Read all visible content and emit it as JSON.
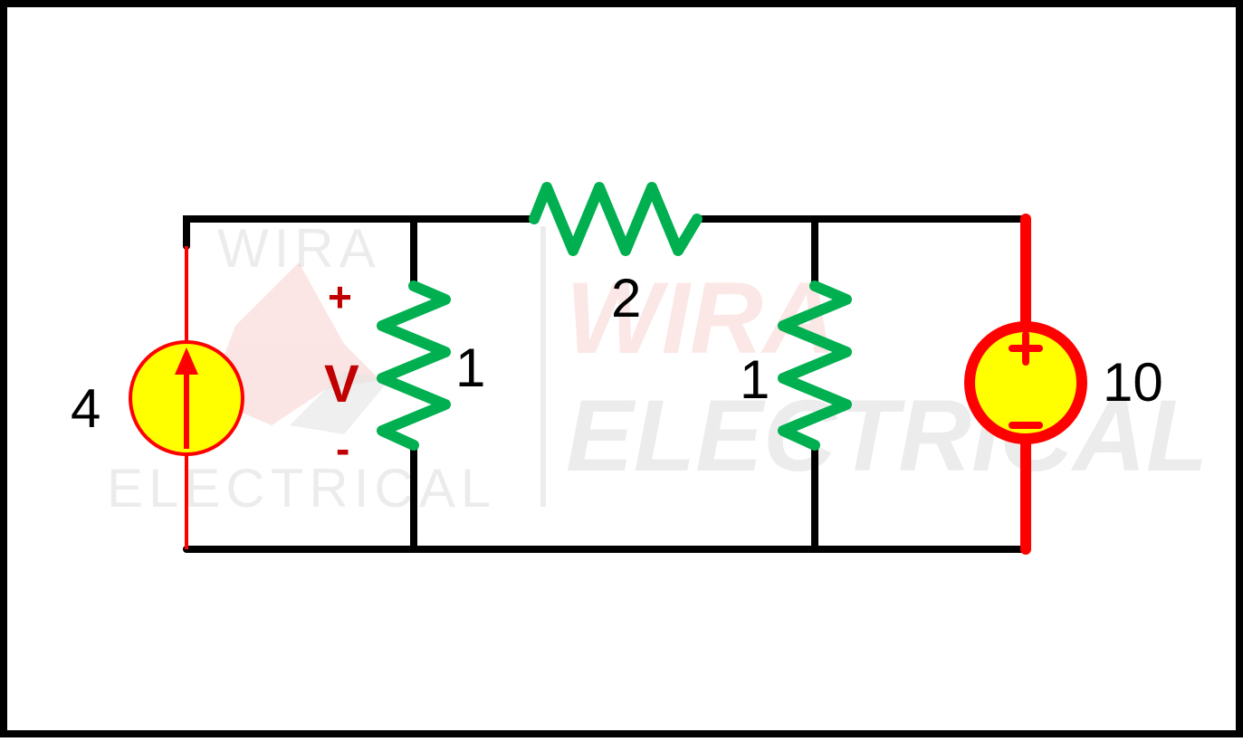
{
  "colors": {
    "wire": "#000000",
    "resistor": "#00b050",
    "source_stroke": "#ff0000",
    "source_fill": "#ffff00",
    "polarity": "#c00000",
    "frame": "#000000",
    "background": "#ffffff"
  },
  "current_source": {
    "value_label": "4",
    "icon": "up-arrow-icon"
  },
  "voltage_source": {
    "value_label": "10",
    "plus": "+",
    "minus": "–"
  },
  "resistors": {
    "left": {
      "value_label": "1"
    },
    "series": {
      "value_label": "2"
    },
    "right": {
      "value_label": "1"
    }
  },
  "measurement": {
    "plus": "+",
    "symbol": "V",
    "minus": "-"
  },
  "watermark": {
    "small_top": "WIRA",
    "small_bottom": "ELECTRICAL",
    "large_top": "WIRA",
    "large_bottom": "ELECTRICAL"
  }
}
